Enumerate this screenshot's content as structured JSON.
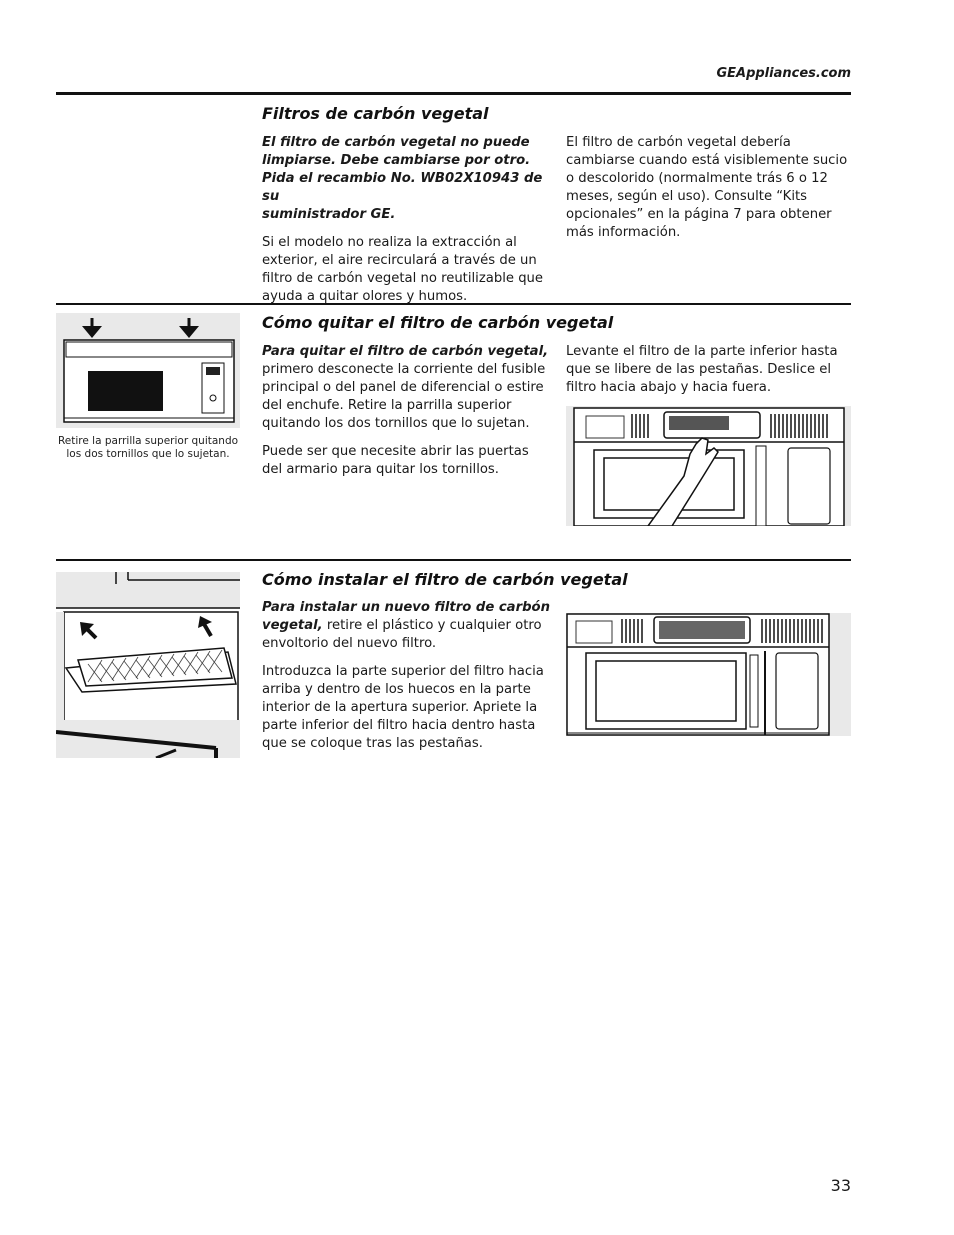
{
  "header": {
    "site": "GEAppliances.com"
  },
  "section1": {
    "title": "Filtros de carbón vegetal",
    "bold_intro_lines": [
      "El filtro de carbón vegetal no puede",
      "limpiarse. Debe cambiarse por otro.",
      "Pida el recambio No. WB02X10943 de su",
      "suministrador GE."
    ],
    "para_left": "Si el modelo no realiza la extracción al exterior, el aire recirculará a través de un filtro de carbón vegetal no reutilizable que ayuda a quitar olores y humos.",
    "para_right": "El filtro de carbón vegetal debería cambiarse cuando está visiblemente sucio o descolorido (normalmente trás 6 o 12 meses, según el uso). Consulte “Kits opcionales” en la página 7 para obtener más información."
  },
  "section2": {
    "title": "Cómo quitar el filtro de carbón vegetal",
    "caption": "Retire la parrilla superior quitando los dos tornillos que lo sujetan.",
    "lead_bold": "Para quitar el filtro de carbón vegetal,",
    "lead_rest": " primero desconecte la corriente del fusible principal o del panel de diferencial o estire del enchufe. Retire la parrilla superior quitando los dos tornillos que lo sujetan.",
    "para2": "Puede ser que necesite abrir las puertas del armario para quitar los tornillos.",
    "para_right": "Levante el filtro de la parte inferior hasta que se libere de las pestañas. Deslice el filtro hacia abajo y hacia fuera."
  },
  "section3": {
    "title": "Cómo instalar el filtro de carbón vegetal",
    "lead_bold": "Para instalar un nuevo filtro de carbón vegetal,",
    "lead_rest": " retire el plástico y cualquier otro envoltorio del nuevo filtro.",
    "para2": "Introduzca la parte superior del filtro hacia arriba y dentro de los huecos en la parte interior de la apertura superior. Apriete la parte inferior del filtro hacia dentro hasta que se coloque tras las pestañas."
  },
  "footer": {
    "page_number": "33"
  }
}
